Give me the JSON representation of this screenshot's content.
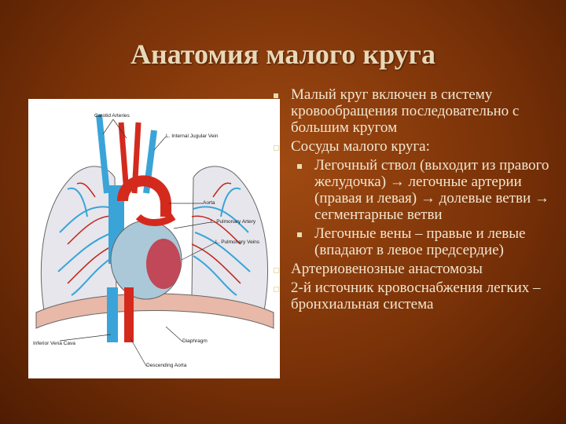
{
  "slide": {
    "title": "Анатомия малого круга"
  },
  "figure": {
    "labels": {
      "carotid": "Carotid Arteries",
      "jugular": "L. Internal Jugular Vein",
      "aorta": "Aorta",
      "pulm_artery": "L. Pulmonary Artery",
      "pulm_vein": "L. Pulmonary Veins",
      "vena_cava": "Inferior Vena Cava",
      "diaphragm": "Diaphragm",
      "desc_aorta": "Descending Aorta"
    }
  },
  "bullets": [
    {
      "text": "Малый круг включен в систему кровообращения последовательно с большим кругом"
    },
    {
      "text": "Сосуды малого круга:"
    },
    {
      "text": "Легочный ствол (выходит из правого желудочка) → легочные артерии (правая и левая) → долевые ветви → сегментарные ветви",
      "level": 2
    },
    {
      "text": "Легочные вены – правые и левые (впадают в левое предсердие)",
      "level": 2
    },
    {
      "text": "Артериовенозные анастомозы"
    },
    {
      "text": "2-й источник кровоснабжения легких – бронхиальная система"
    }
  ],
  "colors": {
    "background": "#7a3208",
    "title": "#e8d8b8",
    "text": "#f2e6d0",
    "artery": "#d42a1e",
    "vein": "#3aa4d8"
  }
}
